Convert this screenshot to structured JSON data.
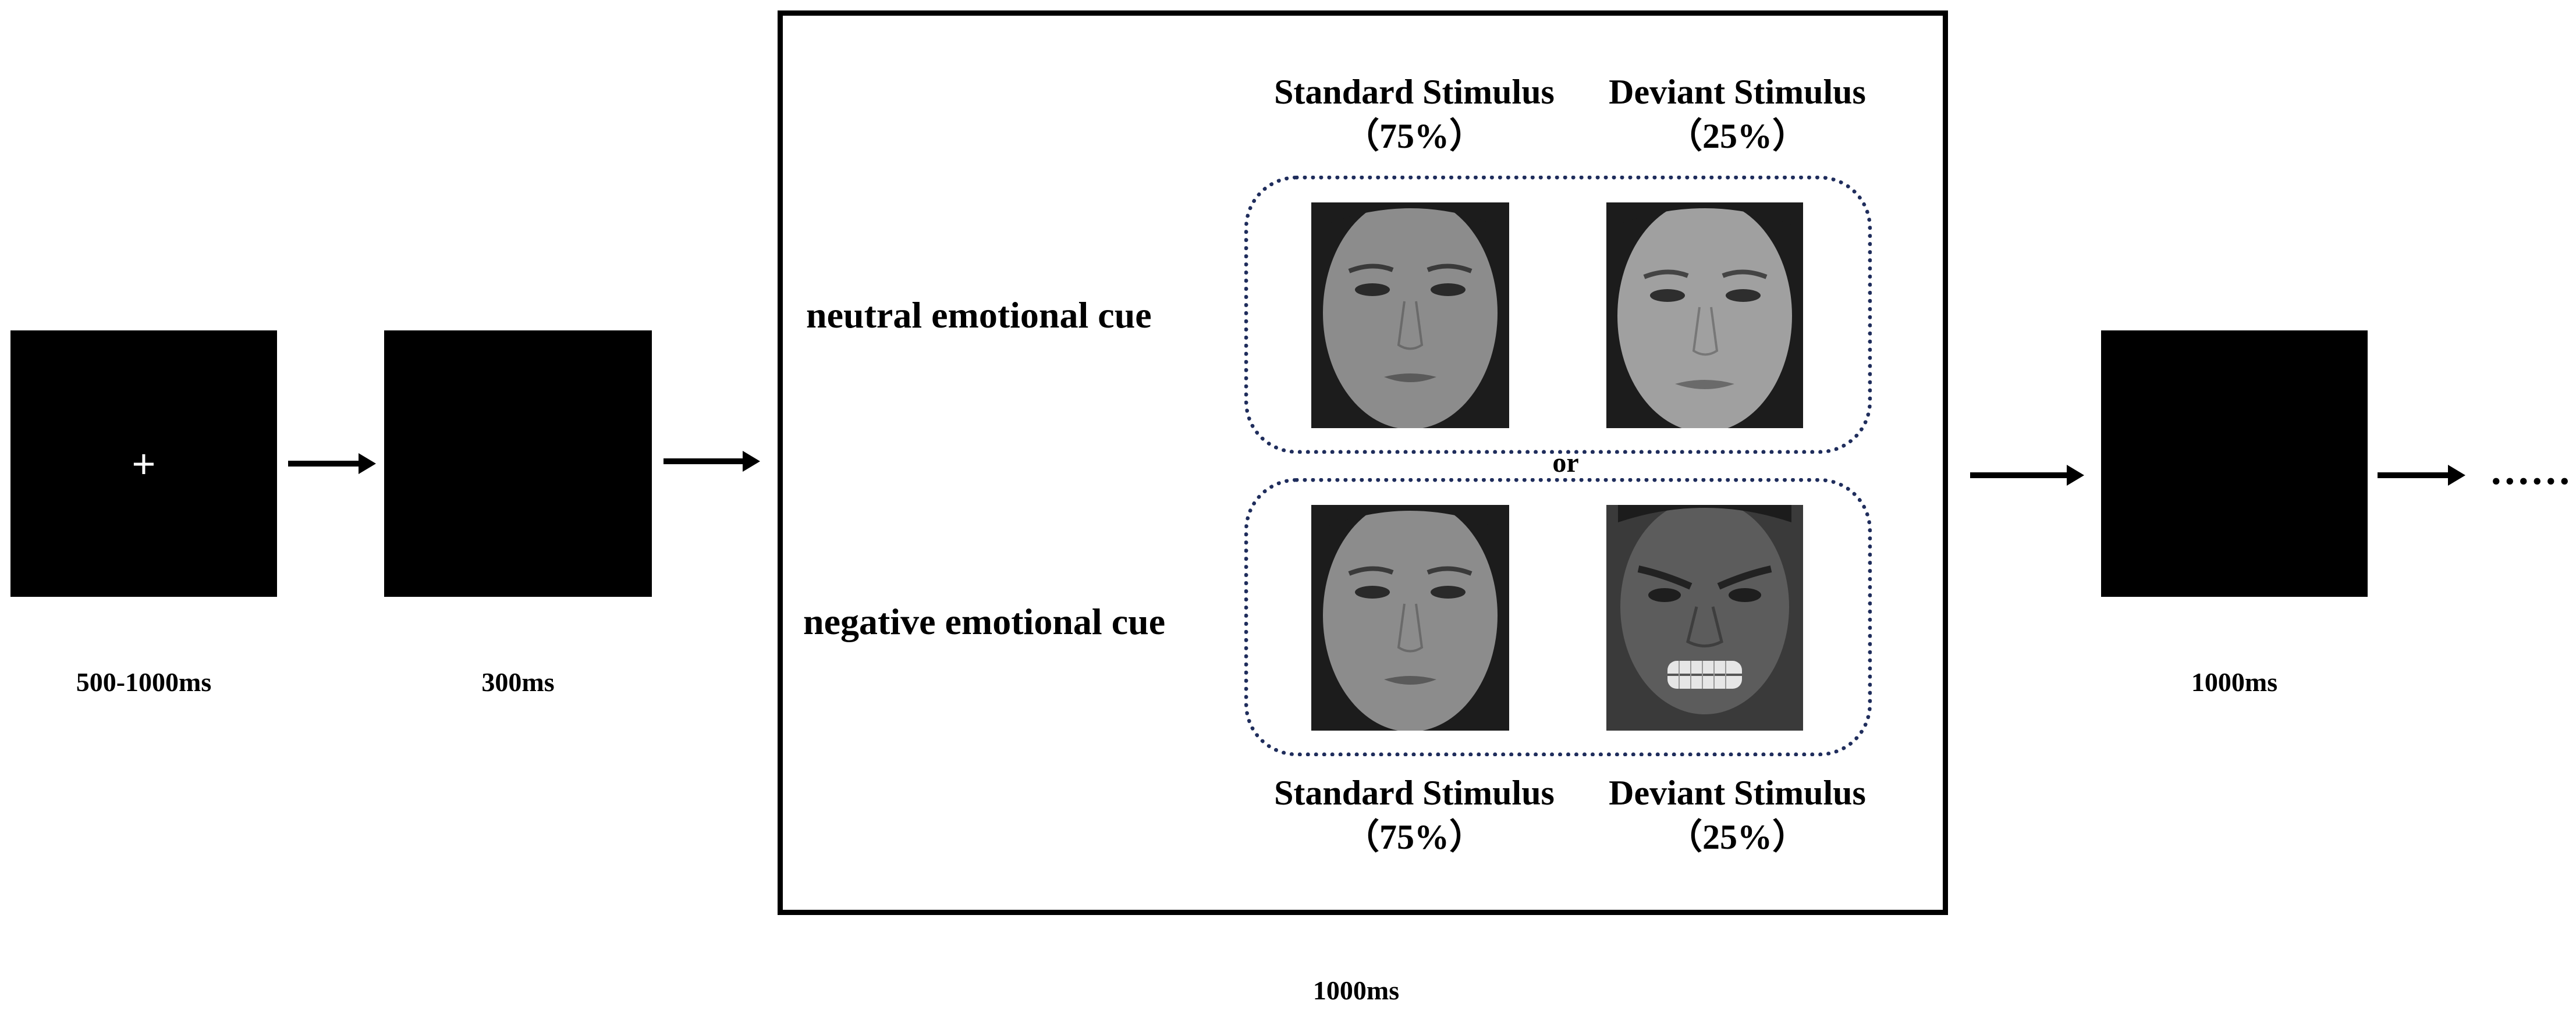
{
  "timeline": {
    "fixation": {
      "symbol": "+",
      "duration": "500-1000ms"
    },
    "blank": {
      "duration": "300ms"
    },
    "stimulus": {
      "duration": "1000ms"
    },
    "post": {
      "duration": "1000ms"
    },
    "continuation": "......"
  },
  "conditions": {
    "neutral_label": "neutral emotional cue",
    "negative_label": "negative emotional cue",
    "separator": "or"
  },
  "headers": {
    "standard_title": "Standard Stimulus",
    "standard_pct": "（75%）",
    "deviant_title": "Deviant Stimulus",
    "deviant_pct": "（25%）"
  },
  "faces": {
    "neutral_standard": "neutral-face",
    "neutral_deviant": "neutral-face",
    "negative_standard": "neutral-face",
    "negative_deviant": "angry-face"
  },
  "colors": {
    "screen": "#000000",
    "dotted_border": "#1f2d5c"
  }
}
